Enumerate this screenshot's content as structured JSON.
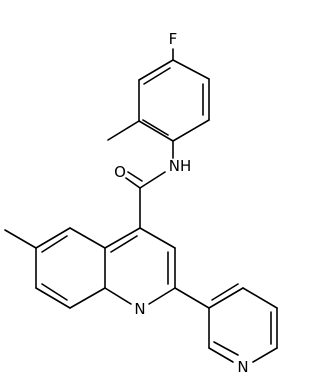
{
  "molecule": {
    "atom_labels": {
      "fluorine": "F",
      "amide_nitrogen": "NH",
      "carbonyl_oxygen": "O",
      "quinoline_nitrogen": "N",
      "pyridine_nitrogen": "N"
    },
    "colors": {
      "bond": "#000000",
      "background": "#ffffff"
    }
  }
}
